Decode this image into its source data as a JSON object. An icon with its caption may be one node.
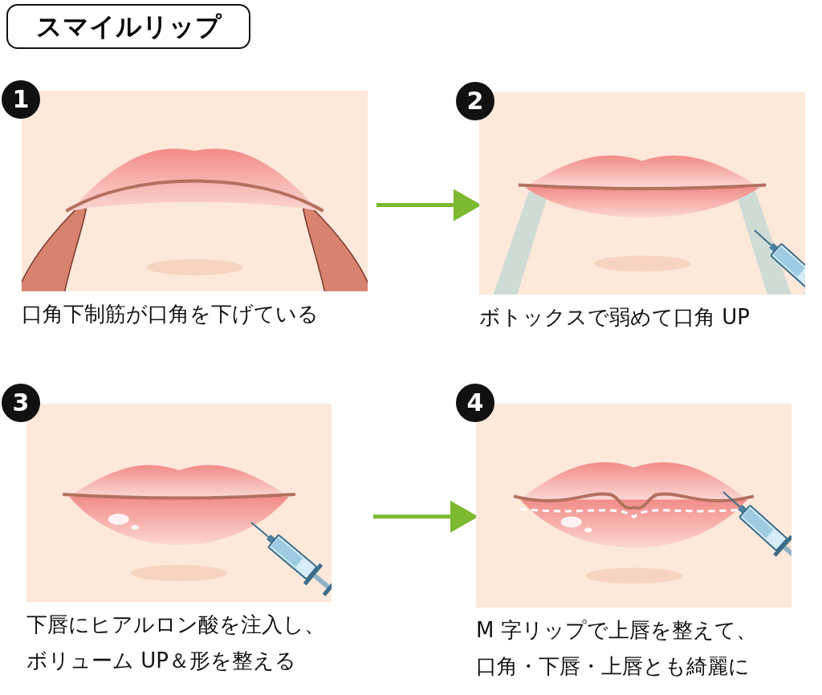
{
  "diagram": {
    "title": "スマイルリップ",
    "nodes": [
      {
        "text": [
          "口角下制筋が口角を下げている"
        ],
        "beside": [
          "1"
        ]
      },
      {
        "text": [
          "ボトックスで弱めて口角 UP"
        ],
        "beside": [
          "2"
        ]
      },
      {
        "text": [
          "下唇にヒアルロン酸を注入し、ボリューム UP＆形を整える"
        ],
        "beside": [
          "3"
        ]
      },
      {
        "text": [
          "M 字リップで上唇を整えて、口角・下唇・上唇とも綺麗に"
        ],
        "beside": [
          "4"
        ]
      }
    ],
    "edges": [
      {
        "from": 0,
        "to": 1,
        "arrow": "to"
      },
      {
        "from": 2,
        "to": 3,
        "arrow": "to"
      }
    ]
  }
}
